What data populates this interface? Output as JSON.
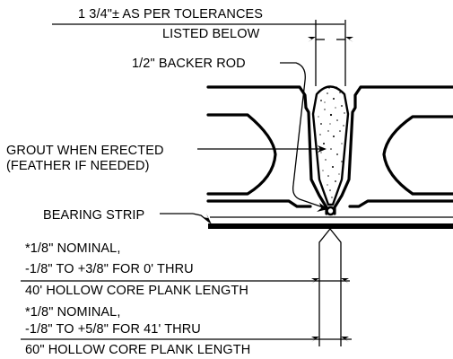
{
  "labels": {
    "tolerance_line1": "1 3/4\"± AS PER TOLERANCES",
    "tolerance_line2": "LISTED BELOW",
    "backer_rod": "1/2\" BACKER ROD",
    "grout_line1": "GROUT WHEN ERECTED",
    "grout_line2": "(FEATHER IF NEEDED)",
    "bearing_strip": "BEARING STRIP",
    "note1_line1": "*1/8\" NOMINAL,",
    "note1_line2": "-1/8\" TO +3/8\" FOR 0' THRU",
    "note1_line3": "40' HOLLOW CORE PLANK LENGTH",
    "note2_line1": "*1/8\" NOMINAL,",
    "note2_line2": "-1/8\" TO +5/8\" FOR 41' THRU",
    "note2_line3": "60\" HOLLOW CORE PLANK LENGTH"
  },
  "colors": {
    "ink": "#000000",
    "paper": "#ffffff"
  }
}
